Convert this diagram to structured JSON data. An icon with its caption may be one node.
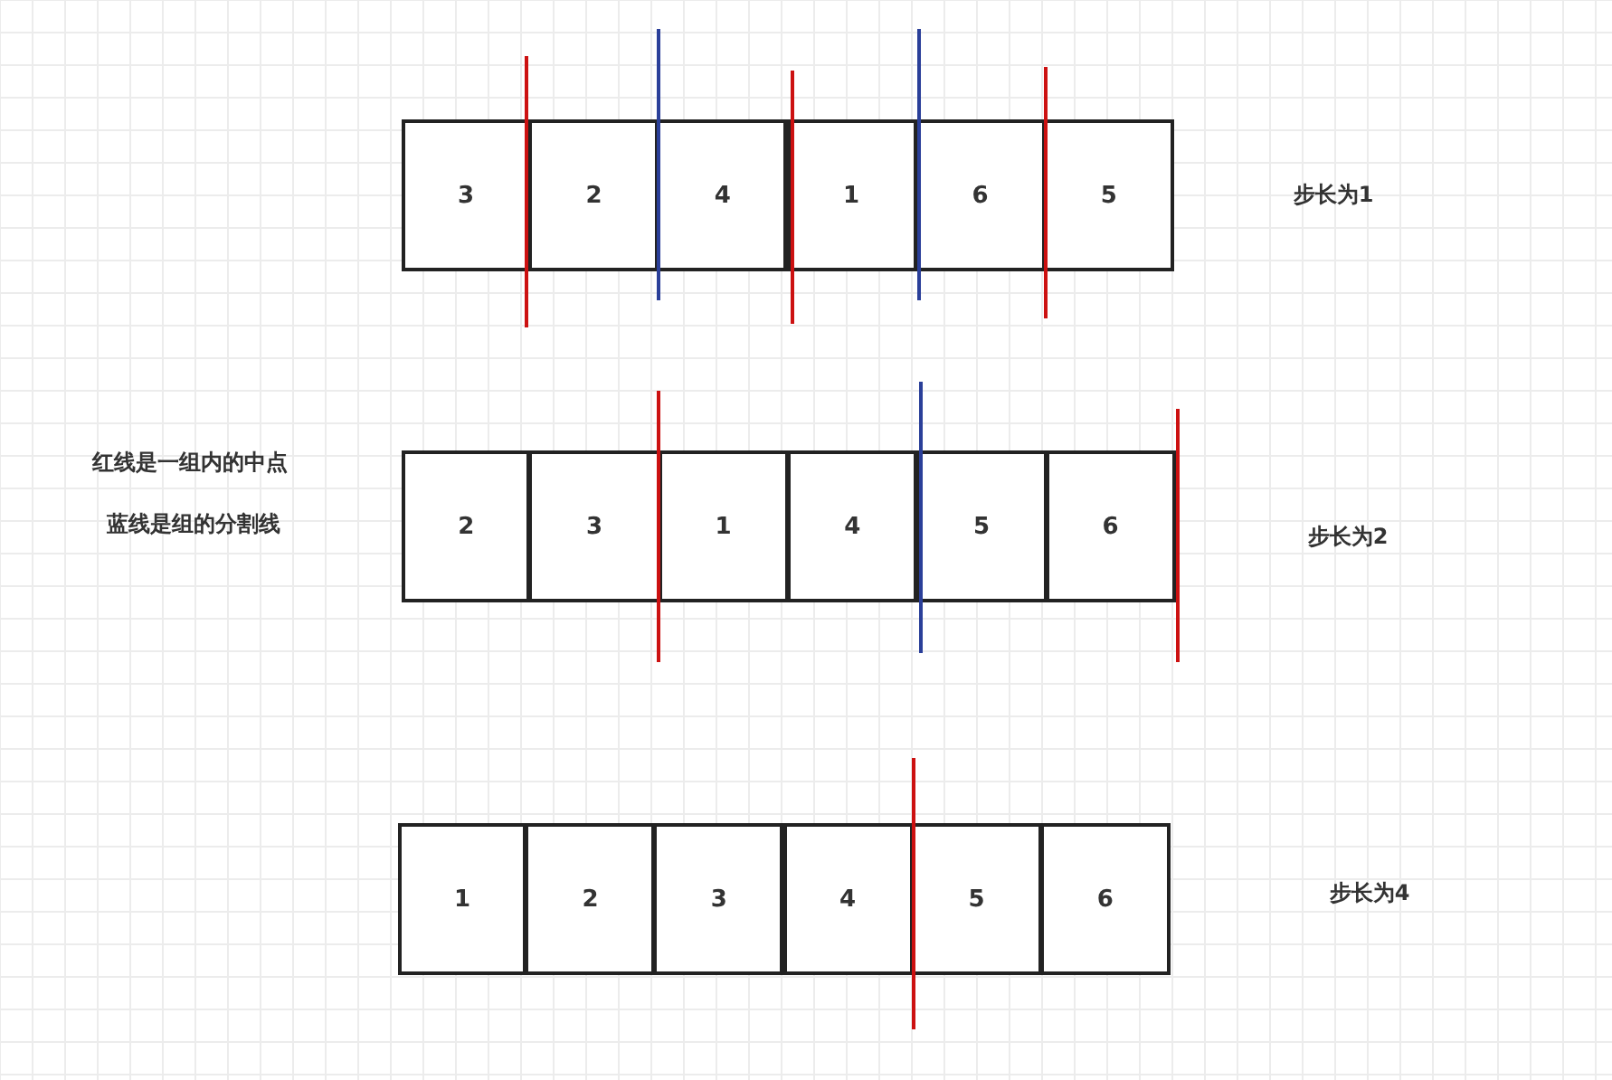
{
  "diagram": {
    "nodes": [
      {
        "text": [
          "3"
        ]
      },
      {
        "text": [
          "2"
        ]
      },
      {
        "text": [
          "4"
        ]
      },
      {
        "text": [
          "1"
        ]
      },
      {
        "text": [
          "6"
        ]
      },
      {
        "text": [
          "5"
        ]
      },
      {
        "text": [
          "2"
        ]
      },
      {
        "text": [
          "3"
        ]
      },
      {
        "text": [
          "1"
        ]
      },
      {
        "text": [
          "4"
        ]
      },
      {
        "text": [
          "5"
        ]
      },
      {
        "text": [
          "6"
        ]
      },
      {
        "text": [
          "1"
        ]
      },
      {
        "text": [
          "2"
        ]
      },
      {
        "text": [
          "3"
        ]
      },
      {
        "text": [
          "4"
        ]
      },
      {
        "text": [
          "5"
        ]
      },
      {
        "text": [
          "6"
        ]
      }
    ],
    "labels": [
      "步长为1",
      "红线是一组内的中点",
      "蓝线是组的分割线",
      "步长为2",
      "步长为4"
    ]
  }
}
